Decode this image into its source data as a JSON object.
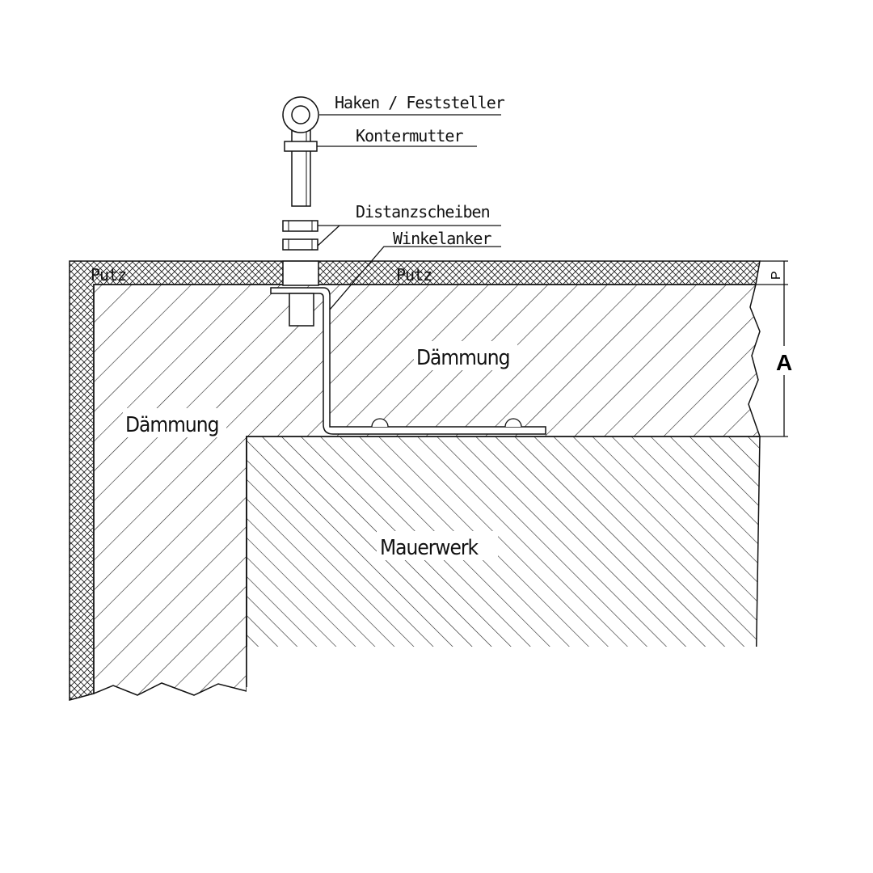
{
  "labels": {
    "haken": "Haken / Feststeller",
    "kontermutter": "Kontermutter",
    "distanzscheiben": "Distanzscheiben",
    "winkelanker": "Winkelanker",
    "putz_left": "Putz",
    "putz_right": "Putz",
    "daemmung_top": "Dämmung",
    "daemmung_left": "Dämmung",
    "mauerwerk": "Mauerwerk"
  },
  "dimensions": {
    "a": "A",
    "p": "P"
  },
  "colors": {
    "line": "#111111",
    "background": "#ffffff"
  }
}
